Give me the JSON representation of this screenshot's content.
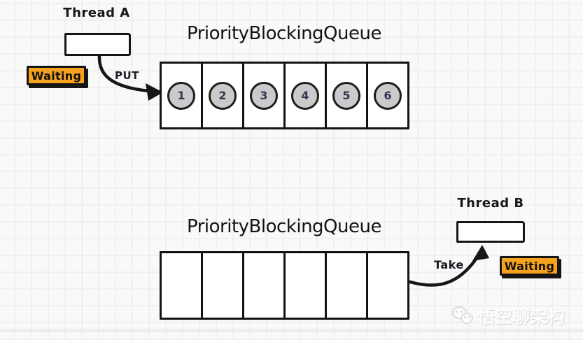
{
  "top_section": {
    "thread_label": "Thread A",
    "status_label": "Waiting",
    "action_label": "PUT",
    "queue_title": "PriorityBlockingQueue",
    "cells": [
      "1",
      "2",
      "3",
      "4",
      "5",
      "6"
    ]
  },
  "bottom_section": {
    "thread_label": "Thread B",
    "status_label": "Waiting",
    "action_label": "Take",
    "queue_title": "PriorityBlockingQueue",
    "cells": [
      "",
      "",
      "",
      "",
      "",
      ""
    ]
  },
  "watermark": {
    "text": "悟空聊架构",
    "icon": "wechat-chat-bubbles-icon"
  },
  "colors": {
    "badge_background": "#F6A21C",
    "badge_border": "#141414",
    "circle_fill": "#CACACA",
    "circle_border": "#1D1D1D",
    "stroke_black": "#161616",
    "canvas_background": "#F9F9F9",
    "grid_line": "#EFEFF2"
  }
}
